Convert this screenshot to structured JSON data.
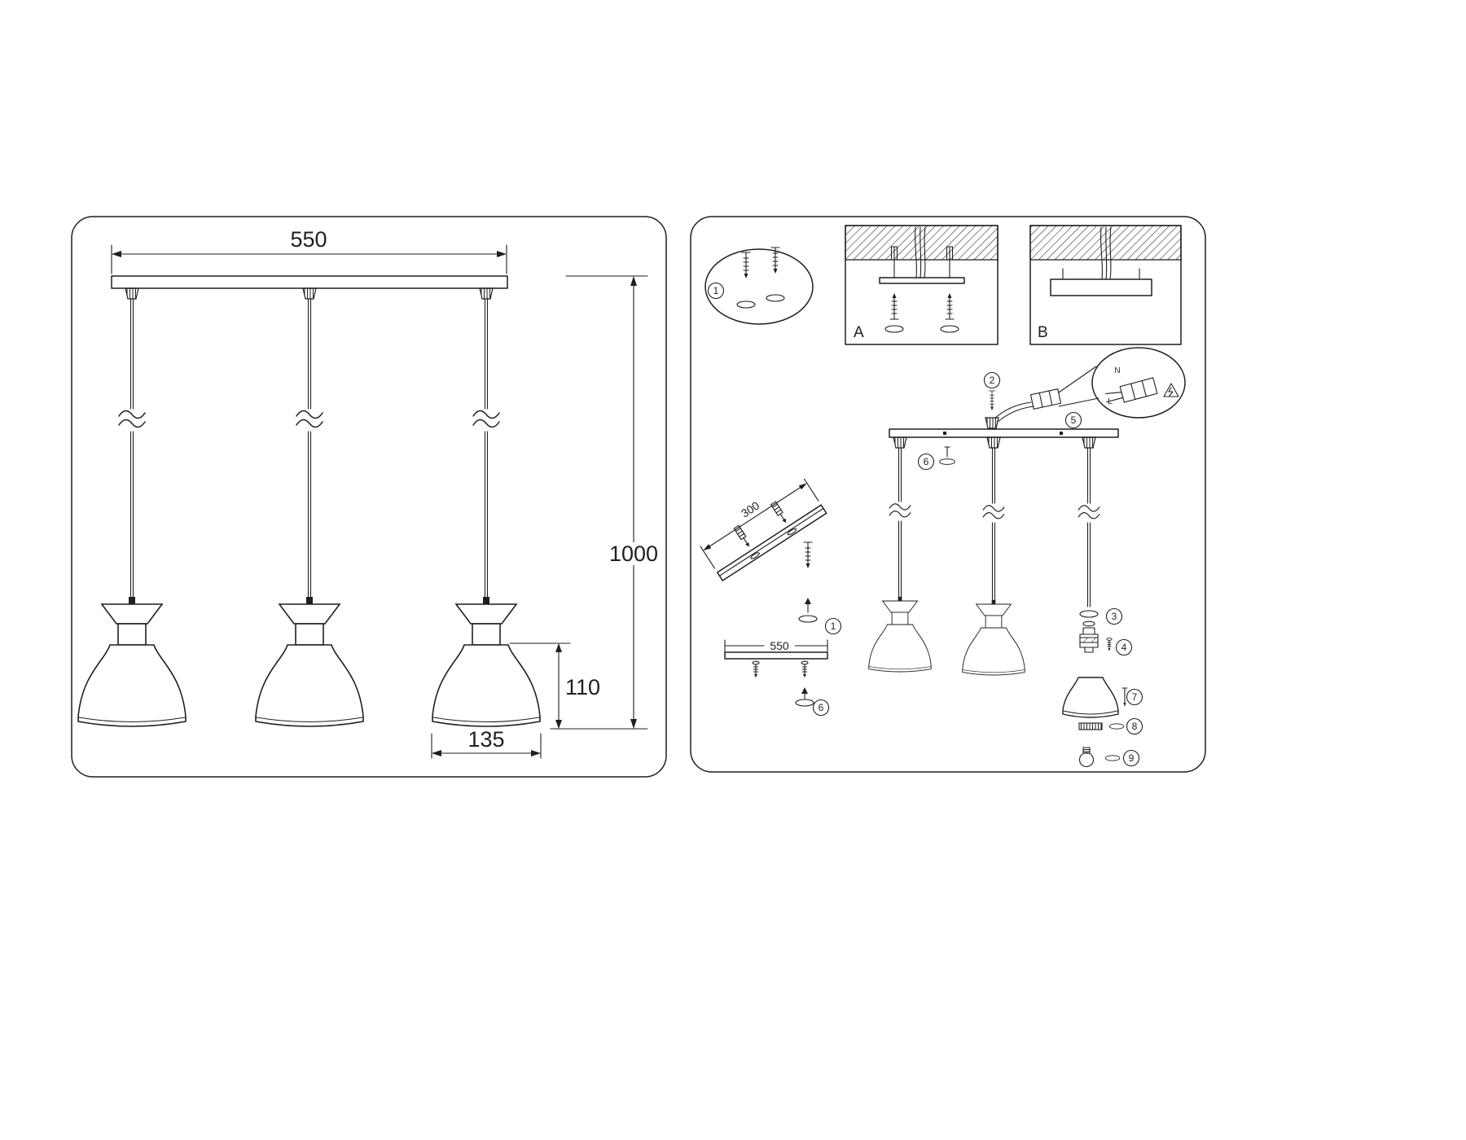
{
  "sheet": {
    "ink_color": "#1f1f1f",
    "background_color": "#ffffff"
  },
  "left_panel": {
    "dims": {
      "canopy_width": "550",
      "drop_height": "1000",
      "shade_height": "110",
      "shade_width": "135"
    }
  },
  "right_panel": {
    "details": {
      "a_label": "A",
      "b_label": "B"
    },
    "dims": {
      "rail_length": "300",
      "canopy_width": "550"
    },
    "wiring": {
      "neutral": "N",
      "live": "L"
    },
    "steps": {
      "s1": "1",
      "s2": "2",
      "s3": "3",
      "s4": "4",
      "s5": "5",
      "s6": "6",
      "s7": "7",
      "s8": "8",
      "s9": "9"
    }
  }
}
